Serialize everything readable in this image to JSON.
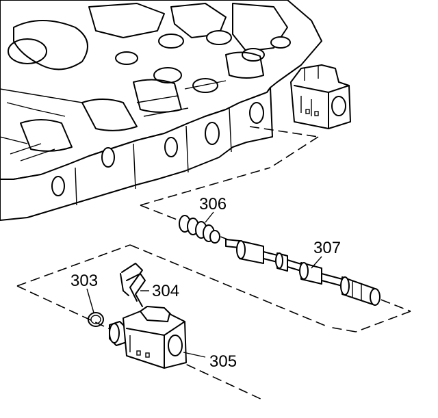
{
  "labels": {
    "l303": "303",
    "l304": "304",
    "l305": "305",
    "l306": "306",
    "l307": "307"
  }
}
